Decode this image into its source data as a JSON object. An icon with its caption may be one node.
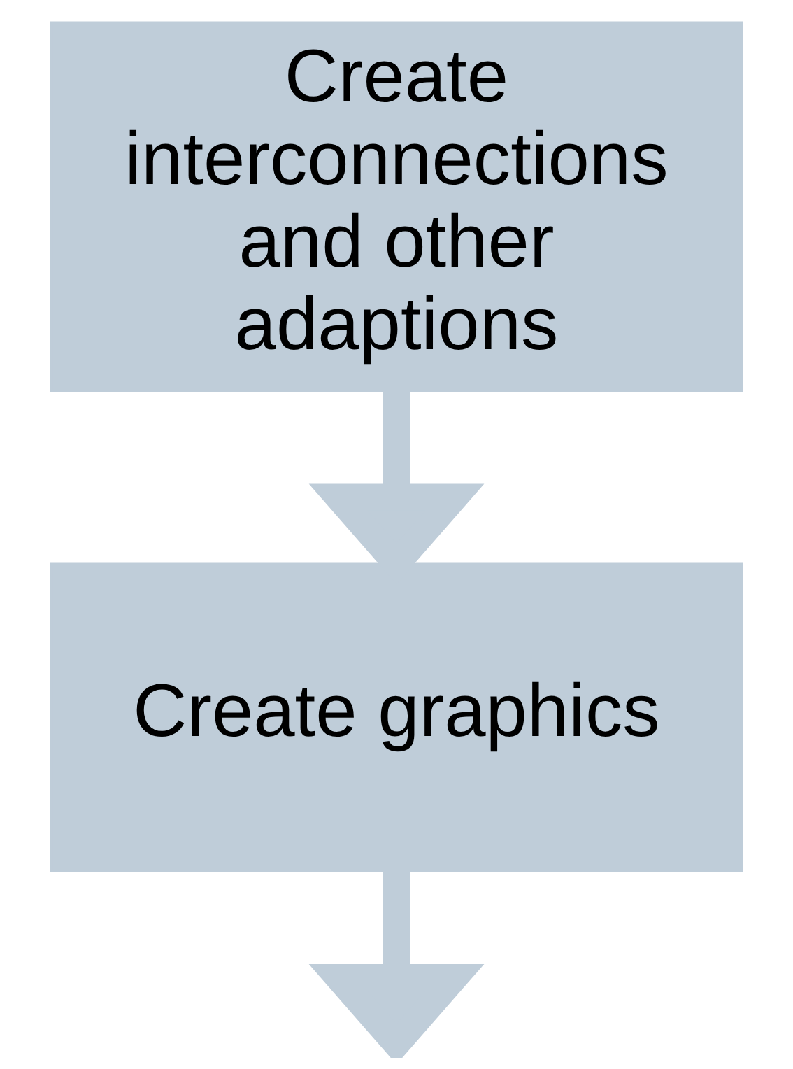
{
  "diagram": {
    "nodes": [
      {
        "text": [
          "Create interconnections and other adaptions"
        ]
      },
      {
        "text": [
          "Create graphics"
        ]
      }
    ],
    "edges": [
      {
        "from": 0,
        "to": 1,
        "arrow": "to"
      },
      {
        "from": 1,
        "to": null,
        "arrow": "to"
      }
    ]
  }
}
